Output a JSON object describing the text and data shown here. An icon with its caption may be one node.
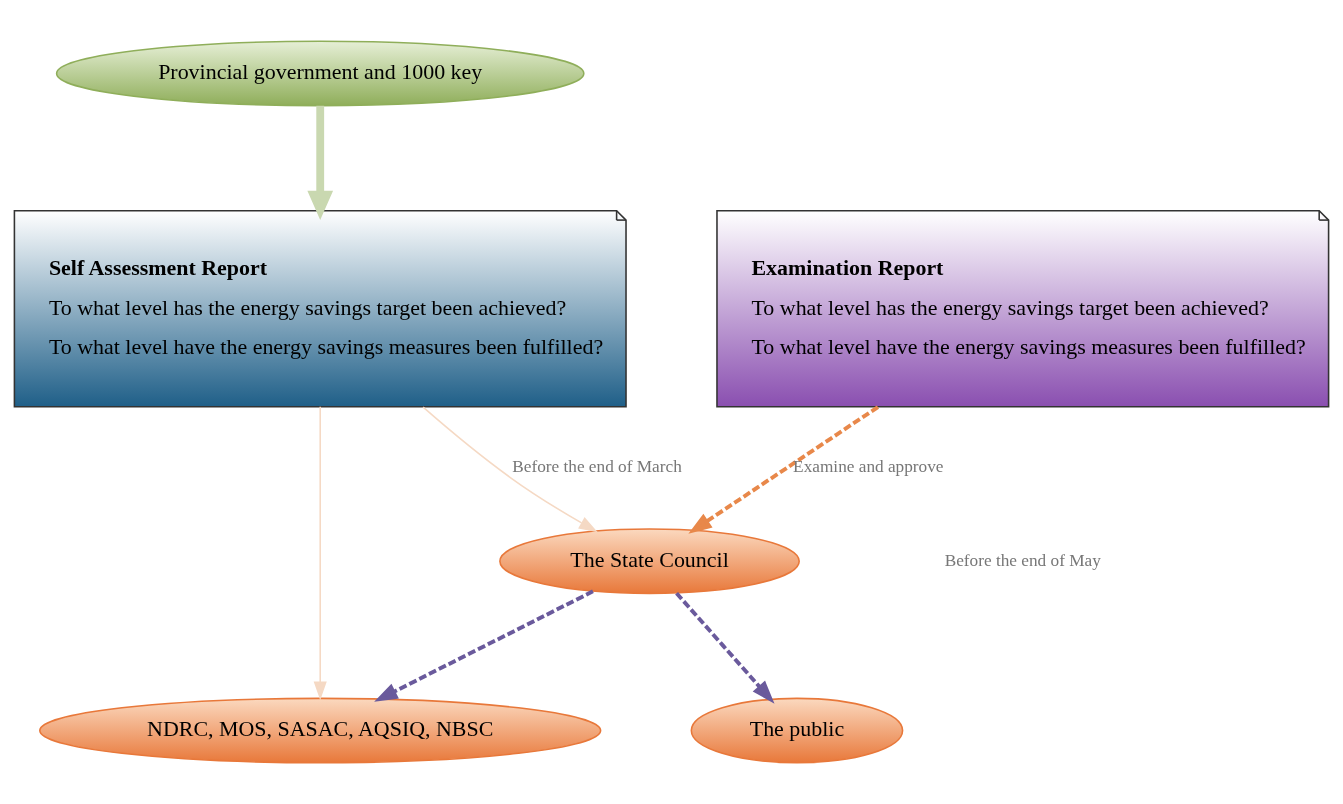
{
  "diagram": {
    "nodes": [
      {
        "text": [
          "Provincial government and 1000 key"
        ]
      },
      {
        "text": [
          "Self Assessment Report",
          "To what level has the energy savings target been achieved?",
          "To what level have the energy savings measures been fulfilled?"
        ]
      },
      {
        "text": [
          "The State Council"
        ]
      },
      {
        "text": [
          "NDRC, MOS, SASAC, AQSIQ, NBSC"
        ]
      },
      {
        "text": [
          "The public"
        ]
      },
      {
        "text": [
          "Examination Report",
          "To what level has the energy savings target been achieved?",
          "To what level have the energy savings measures been fulfilled?"
        ]
      }
    ],
    "edges": [
      {
        "from": 0,
        "to": 1,
        "arrow": "to",
        "style": "thick",
        "color": "#c9d8b0"
      },
      {
        "from": 1,
        "to": 2,
        "arrow": "to",
        "label": "Before the end of March",
        "color": "#f5d9c4"
      },
      {
        "from": 1,
        "to": 3,
        "arrow": "to",
        "color": "#f5d9c4"
      },
      {
        "from": 5,
        "to": 2,
        "arrow": "to",
        "label": "Examine and approve",
        "style": "dashed",
        "color": "#e8884a"
      },
      {
        "from": 2,
        "to": 3,
        "arrow": "to",
        "style": "dashed",
        "color": "#6a5a9c"
      },
      {
        "from": 2,
        "to": 4,
        "arrow": "to",
        "style": "dashed",
        "color": "#6a5a9c"
      }
    ],
    "labels": [
      "Before the end of May"
    ]
  }
}
